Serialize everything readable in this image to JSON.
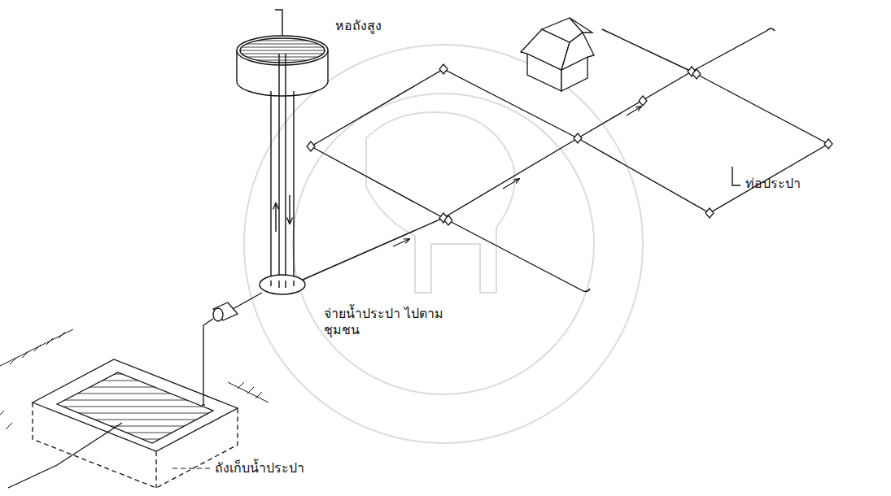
{
  "diagram": {
    "labels": [
      "หอถังสูง",
      "ท่อประปา",
      "จ่ายน้ำประปา ไปตามชุมชน",
      "ถังเก็บน้ำประปา"
    ]
  }
}
